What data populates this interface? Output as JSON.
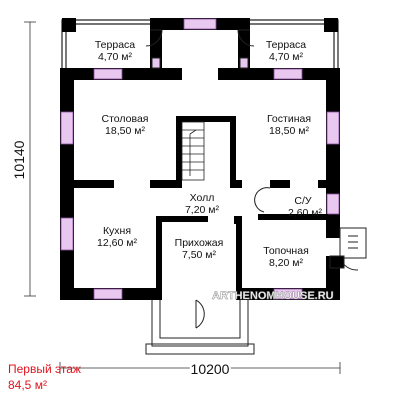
{
  "rooms": {
    "terrace_left": {
      "name": "Терраса",
      "area": "4,70 м²"
    },
    "terrace_right": {
      "name": "Терраса",
      "area": "4,70 м²"
    },
    "dining": {
      "name": "Столовая",
      "area": "18,50 м²"
    },
    "living": {
      "name": "Гостиная",
      "area": "18,50 м²"
    },
    "hall": {
      "name": "Холл",
      "area": "7,20 м²"
    },
    "bathroom": {
      "name": "С/У",
      "area": "2,60 м²"
    },
    "kitchen": {
      "name": "Кухня",
      "area": "12,60 м²"
    },
    "entrance": {
      "name": "Прихожая",
      "area": "7,50 м²"
    },
    "boiler": {
      "name": "Топочная",
      "area": "8,20 м²"
    }
  },
  "dimensions": {
    "width": "10200",
    "height": "10140"
  },
  "watermark": "ARTHENOMHOUSE.RU",
  "footer": {
    "title": "Первый этаж",
    "area": "84,5 м²"
  },
  "colors": {
    "wall": "#000000",
    "window": "#e8c8ee",
    "accent_text": "#e0141e",
    "glass_line": "#8c4aa0"
  }
}
